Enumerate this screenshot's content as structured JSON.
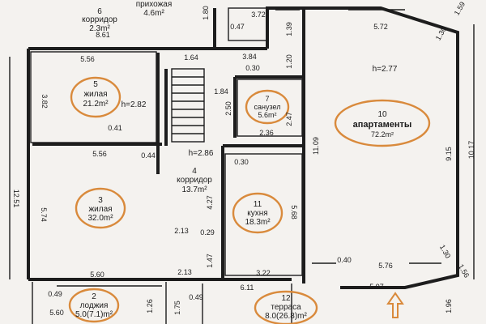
{
  "plan": {
    "top_labels": {
      "corridor_num": "6",
      "corridor_name": "корридор",
      "corridor_area": "2.3m²",
      "hall_name": "прихожая",
      "hall_area": "4.6m²"
    },
    "rooms": [
      {
        "num": "5",
        "name": "жилая",
        "area": "21.2m²"
      },
      {
        "num": "7",
        "name": "санузел",
        "area": "5.6m²"
      },
      {
        "num": "10",
        "name": "апартаменты",
        "area": "72.2m²"
      },
      {
        "num": "3",
        "name": "жилая",
        "area": "32.0m²"
      },
      {
        "num": "11",
        "name": "кухня",
        "area": "18.3m²"
      },
      {
        "num": "2",
        "name": "лоджия",
        "area": "5.0(7.1)m²"
      },
      {
        "num": "12",
        "name": "терраса",
        "area": "8.0(26.8)m²"
      }
    ],
    "corridor4": {
      "num": "4",
      "name": "корридор",
      "area": "13.7m²"
    },
    "heights": {
      "h1": "h=2.82",
      "h2": "h=2.86",
      "h3": "h=2.77"
    },
    "dims": {
      "d861": "8.61",
      "d556a": "5.56",
      "d164": "1.64",
      "d180": "1.80",
      "d372": "3.72",
      "d047": "0.47",
      "d139": "1.39",
      "d384": "3.84",
      "d030a": "0.30",
      "d120": "1.20",
      "d184": "1.84",
      "d250": "2.50",
      "d247": "2.47",
      "d236": "2.36",
      "d382": "3.82",
      "d041": "0.41",
      "d556b": "5.56",
      "d044": "0.44",
      "d030b": "0.30",
      "d1251": "12.51",
      "d574": "5.74",
      "d427": "4.27",
      "d568": "5.68",
      "d213a": "2.13",
      "d029": "0.29",
      "d147": "1.47",
      "d213b": "2.13",
      "d322": "3.22",
      "d560a": "5.60",
      "d049a": "0.49",
      "d049b": "0.49",
      "d560b": "5.60",
      "d126": "1.26",
      "d175": "1.75",
      "d611": "6.11",
      "d572": "5.72",
      "d130a": "1.30",
      "d159": "1.59",
      "d1109": "11.09",
      "d915": "9.15",
      "d1017": "10.17",
      "d040": "0.40",
      "d576": "5.76",
      "d130b": "1.30",
      "d156": "1.56",
      "d597": "5.97",
      "d196": "1.96"
    }
  }
}
